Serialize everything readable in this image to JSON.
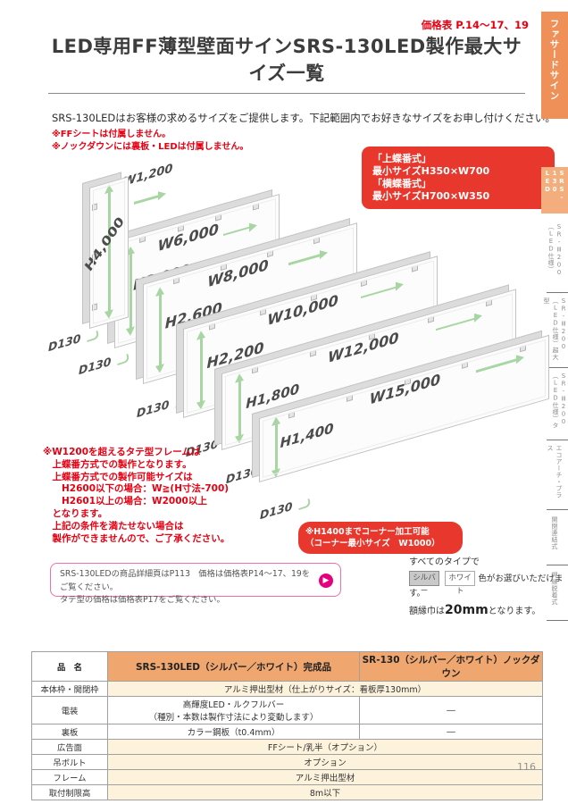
{
  "page_number": "116",
  "header": {
    "price_ref": "価格表 P.14〜17、19",
    "title": "LED専用FF薄型壁面サインSRS-130LED製作最大サイズ一覧"
  },
  "intro": {
    "lead": "SRS-130LEDはお客様の求めるサイズをご提供します。下記範囲内でお好きなサイズをお申し付けください。",
    "note1": "※FFシートは付属しません。",
    "note2": "※ノックダウンには裏板・LEDは付属しません。"
  },
  "min_size_box": {
    "lines": [
      "「上蝶番式」",
      "最小サイズH350×W700",
      "「横蝶番式」",
      "最小サイズH700×W350"
    ]
  },
  "diagram": {
    "panels": [
      {
        "w": "W1,200",
        "h": "H4,000",
        "d": "D130"
      },
      {
        "w": "W6,000",
        "h": "H3,000",
        "d": "D130"
      },
      {
        "w": "W8,000",
        "h": "H2,600",
        "d": "D130"
      },
      {
        "w": "W10,000",
        "h": "H2,200",
        "d": "D130"
      },
      {
        "w": "W12,000",
        "h": "H1,800",
        "d": "D130"
      },
      {
        "w": "W15,000",
        "h": "H1,400",
        "d": "D130"
      }
    ]
  },
  "left_note": {
    "lines": [
      "※W1200を超えるタテ型フレームは",
      "　上蝶番方式での製作となります。",
      "　上蝶番方式での製作可能サイズは",
      "　　H2600以下の場合：W≧(H寸法-700)",
      "　　H2601以上の場合：W2000以上",
      "　となります。",
      "　上記の条件を満たせない場合は",
      "　製作ができませんので、ご了承ください。"
    ]
  },
  "corner_note": {
    "lines": [
      "※H1400までコーナー加工可能",
      "（コーナー最小サイズ　W1000）"
    ]
  },
  "info_box": {
    "line1": "SRS-130LEDの商品詳細頁はP113　価格は価格表P14〜17、19をご覧ください。",
    "line2": "タテ型の価格は価格表P17をご覧ください。",
    "arrow": "▶"
  },
  "color_note": {
    "intro": "すべてのタイプで",
    "swatch1": "シルバー",
    "swatch2": "ホワイト",
    "suffix": "色がお選びいただけます。",
    "frame_pre": "額縁巾は",
    "frame_size": "20mm",
    "frame_post": "となります。"
  },
  "spec_table": {
    "headers": [
      "品　名",
      "SRS-130LED（シルバー／ホワイト）完成品",
      "SR-130（シルバー／ホワイト）ノックダウン"
    ],
    "rows": [
      {
        "label": "本体枠・開閉枠",
        "value": "アルミ押出型材（仕上がりサイズ：看板厚130mm）"
      },
      {
        "label": "電装",
        "value_line1": "高輝度LED・ルクフルバー",
        "value_line2": "（種別・本数は製作寸法により変動します）",
        "value2": "―"
      },
      {
        "label": "裏板",
        "value": "カラー鋼板（t0.4mm）",
        "value2": "―"
      },
      {
        "label": "広告面",
        "value": "FFシート/乳半（オプション）"
      },
      {
        "label": "吊ボルト",
        "value": "オプション"
      },
      {
        "label": "フレーム",
        "value": "アルミ押出型材"
      },
      {
        "label": "取付制限高",
        "value": "8m以下"
      }
    ]
  },
  "sidebar": {
    "tabs": [
      {
        "label": "ファサードサイン"
      },
      {
        "line1": "SRS-130",
        "line2": "LED"
      },
      {
        "line1": "SR-Ⅲ200",
        "line2": "（LED仕様）"
      },
      {
        "line1": "SR-Ⅲ200",
        "line2": "（LED仕様）超大型"
      },
      {
        "line1": "SR-Ⅲ200",
        "line2": "（LED仕様）タテ型"
      },
      {
        "label": "エコアーチ・プラス"
      },
      {
        "label": "開閉連結式"
      },
      {
        "label": "押縁脱着式"
      }
    ]
  },
  "colors": {
    "accent_red": "#e60012",
    "box_red": "#e8382d",
    "tab_orange": "#ef9059",
    "tab_orange_light": "#f4ad7d",
    "arrow_green": "#a8d6a2",
    "link_pink": "#e4007f",
    "table_header_orange": "#f0a76f",
    "table_row_cream": "#fdf3dd"
  }
}
